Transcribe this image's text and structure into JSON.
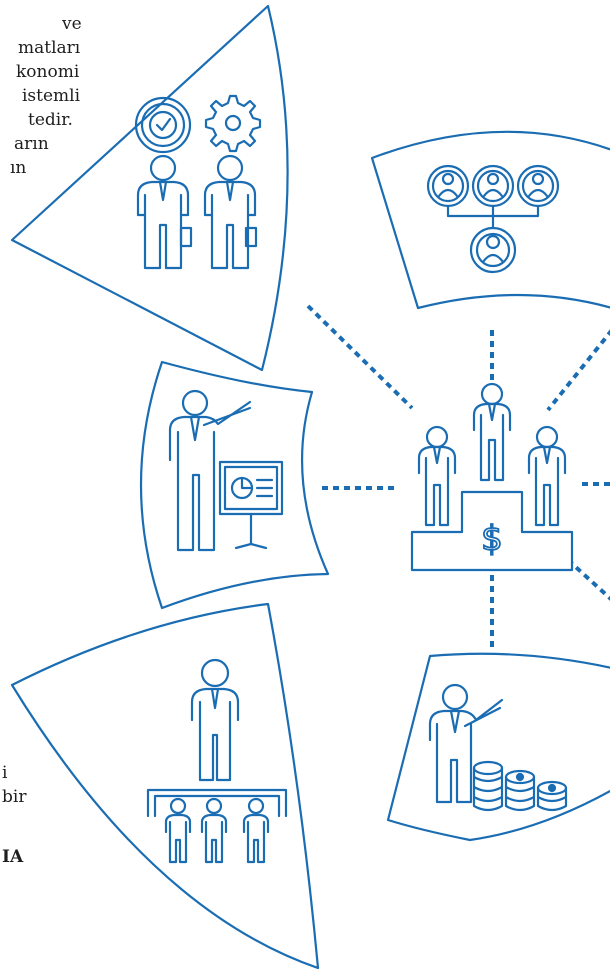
{
  "text_fragments": [
    {
      "id": "f1",
      "text": "ve"
    },
    {
      "id": "f2",
      "text": "matları"
    },
    {
      "id": "f3",
      "text": "konomi"
    },
    {
      "id": "f4",
      "text": "istemli"
    },
    {
      "id": "f5",
      "text": "tedir."
    },
    {
      "id": "f6",
      "text": "arın"
    },
    {
      "id": "f7",
      "text": "ın"
    },
    {
      "id": "f8",
      "text": "i"
    },
    {
      "id": "f9",
      "text": "bir"
    },
    {
      "id": "f10",
      "text": "IA"
    }
  ],
  "diagram": {
    "stroke_color": "#1b6db3",
    "center_symbol": "$",
    "center_icon": "podium-with-three-businessmen-and-dollar-icon",
    "segments": [
      {
        "id": "top-left",
        "icon": "two-businessmen-with-clock-and-gear-icon"
      },
      {
        "id": "top-right",
        "icon": "team-hierarchy-circles-icon"
      },
      {
        "id": "middle-left",
        "icon": "presenter-with-chart-board-icon"
      },
      {
        "id": "bottom-left",
        "icon": "manager-over-three-employees-icon"
      },
      {
        "id": "bottom-right",
        "icon": "businessman-with-coin-stacks-icon"
      }
    ]
  }
}
